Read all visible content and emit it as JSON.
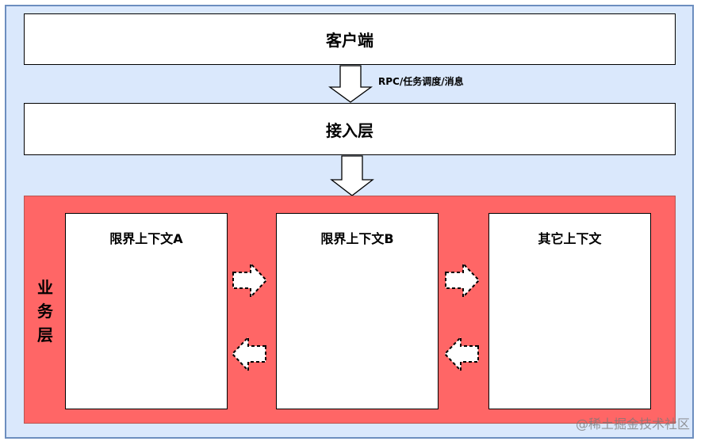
{
  "layers": {
    "client": "客户端",
    "access": "接入层",
    "business": "业务层"
  },
  "connection_label": "RPC/任务调度/消息",
  "contexts": {
    "a": "限界上下文A",
    "b": "限界上下文B",
    "other": "其它上下文"
  },
  "watermark": "@稀土掘金技术社区",
  "colors": {
    "outer_fill": "#dae8fc",
    "outer_border": "#6c8ebf",
    "business_fill": "#ff6666",
    "box_fill": "#ffffff"
  }
}
